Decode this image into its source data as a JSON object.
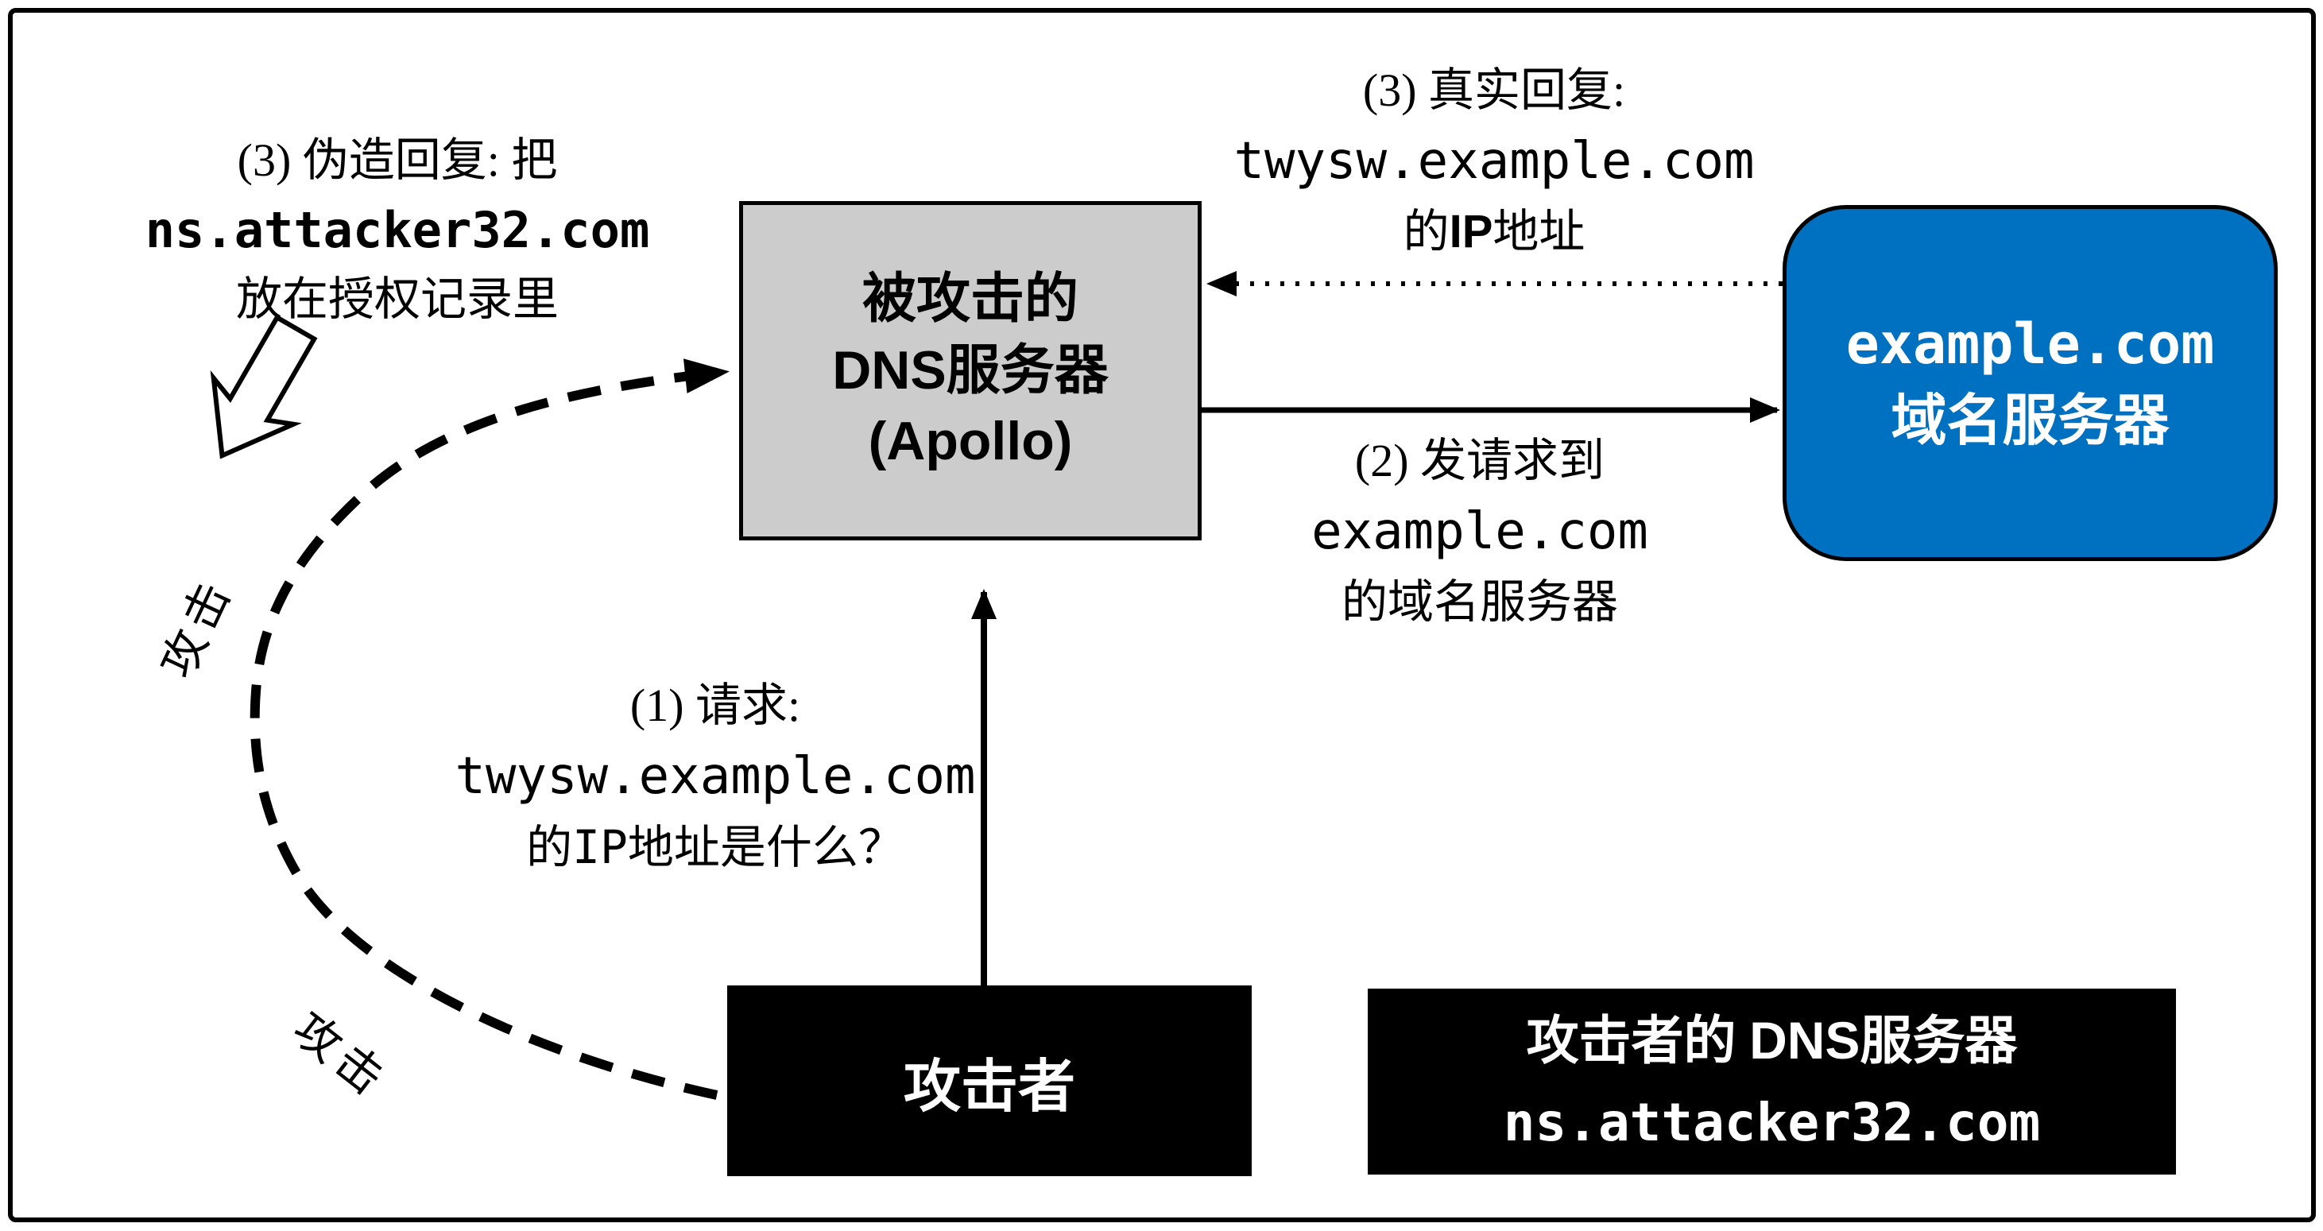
{
  "colors": {
    "canvas_bg": "#FFFFFF",
    "border": "#000000",
    "victim_fill": "#CCCCCC",
    "example_fill": "#0070C0",
    "attacker_fill": "#000000",
    "text_dark": "#000000",
    "text_light": "#FFFFFF"
  },
  "nodes": {
    "victim_dns_server": {
      "line1": "被攻击的",
      "line2_dns": "DNS",
      "line2_rest": "服务器",
      "line3": "(Apollo)"
    },
    "example_name_server": {
      "line1": "example.com",
      "line2": "域名服务器"
    },
    "attacker": {
      "label": "攻击者"
    },
    "attacker_dns_server": {
      "line1_prefix": "攻击者的 ",
      "line1_dns": "DNS",
      "line1_rest": "服务器",
      "line2": "ns.attacker32.com"
    }
  },
  "annotations": {
    "forged_reply": {
      "line1": "(3) 伪造回复: 把",
      "line2": "ns.attacker32.com",
      "line3": "放在授权记录里"
    },
    "real_reply": {
      "line1": "(3) 真实回复:",
      "line2": "twysw.example.com",
      "line3_prefix": "的",
      "line3_ip": "IP",
      "line3_suffix": "地址"
    },
    "request_to_example": {
      "line1": "(2) 发请求到",
      "line2": "example.com",
      "line3": "的域名服务器"
    },
    "client_request": {
      "line1": "(1) 请求:",
      "line2": "twysw.example.com",
      "line3_prefix": "的",
      "line3_ip": "IP",
      "line3_suffix": "地址是什么？"
    },
    "attack_label_upper": "攻击",
    "attack_label_lower": "攻击"
  }
}
